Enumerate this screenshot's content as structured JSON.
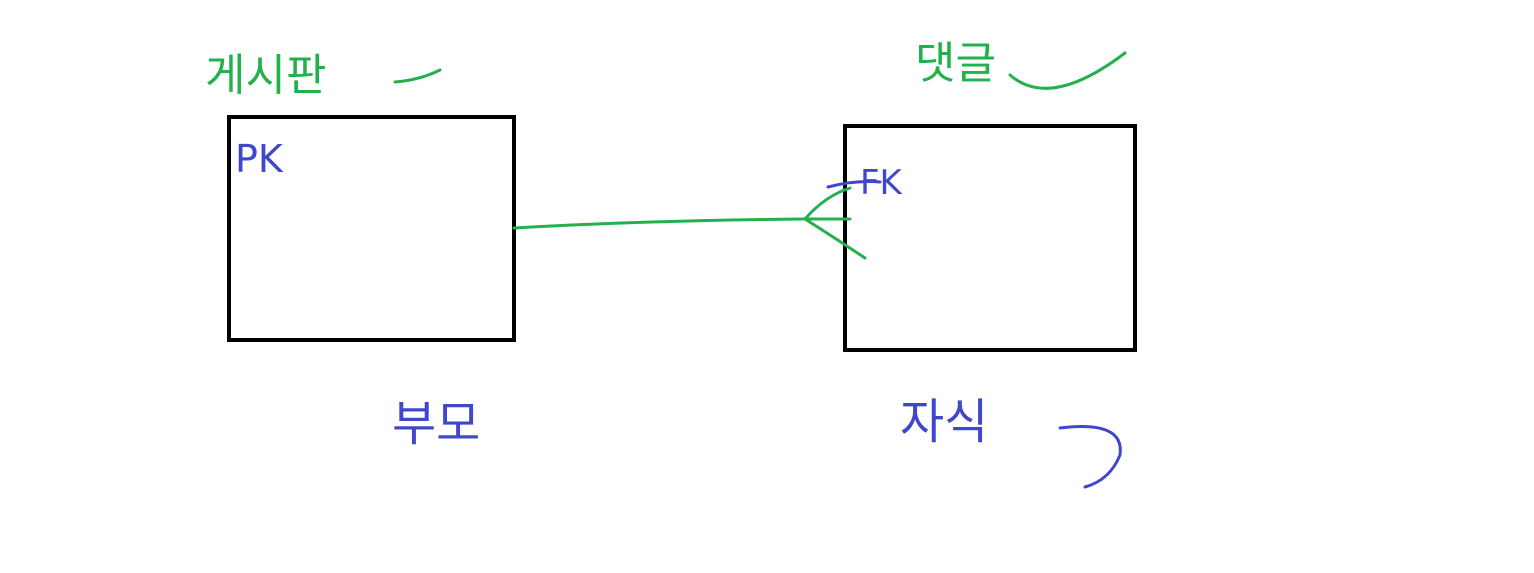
{
  "diagram": {
    "labels": {
      "left_entity_title": "게시판",
      "right_entity_title": "댓글",
      "left_key": "PK",
      "right_key": "FK",
      "left_role": "부모",
      "right_role": "자식"
    },
    "colors": {
      "box_stroke": "#000000",
      "green": "#22b14c",
      "blue": "#3f48cc",
      "background": "#ffffff"
    }
  }
}
